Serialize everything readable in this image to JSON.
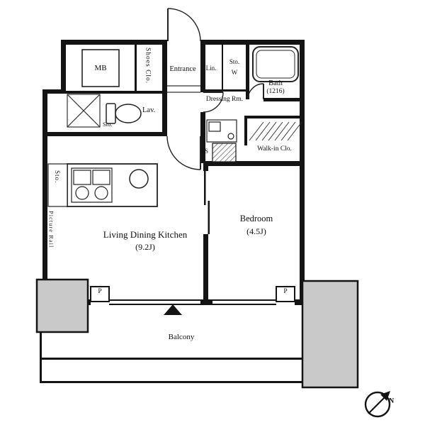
{
  "floorplan": {
    "labels": {
      "mb": "MB",
      "shoes_closet": "Shoes Clo.",
      "entrance": "Entrance",
      "linen": "Lin.",
      "storage_top": "Sto.",
      "washer": "W",
      "bath": "Bath",
      "bath_size": "(1216)",
      "dressing_room": "Dressing Rm.",
      "lavatory": "Lav.",
      "storage_lav": "Sto.",
      "pipe_space": "PS",
      "walkin_closet": "Walk-in Clo.",
      "storage_kitchen": "Sto.",
      "picture_rail": "Picture Rail",
      "living_dining_kitchen": "Living Dining Kitchen",
      "ldk_size": "(9.2J)",
      "bedroom": "Bedroom",
      "bedroom_size": "(4.5J)",
      "balcony": "Balcony",
      "pillar_left": "P",
      "pillar_right": "P",
      "compass_north": "N"
    },
    "colors": {
      "wall": "#141414",
      "line": "#333333",
      "pillar_fill": "#c9c9c9",
      "background": "#ffffff"
    }
  }
}
